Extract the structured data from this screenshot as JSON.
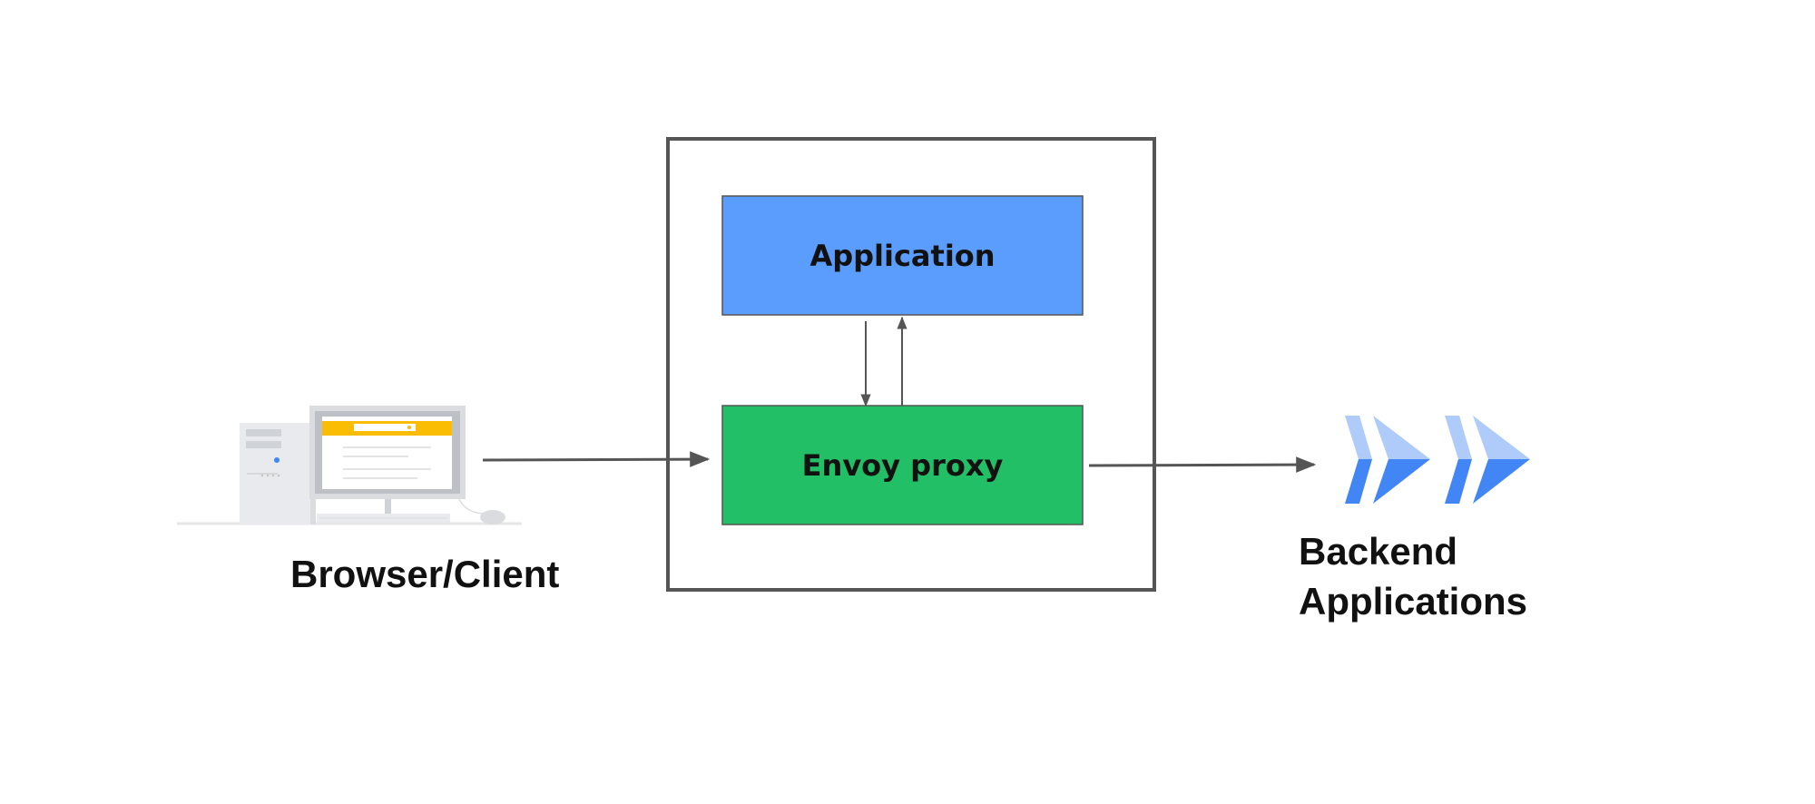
{
  "diagram": {
    "nodes": {
      "application": {
        "label": "Application",
        "color": "#5b9dfd"
      },
      "envoy_proxy": {
        "label": "Envoy proxy",
        "color": "#22bf66"
      },
      "browser_client": {
        "label": "Browser/Client"
      },
      "backend": {
        "label_line1": "Backend",
        "label_line2": "Applications",
        "color": "#4285f4",
        "light_color": "#aecbfa"
      }
    },
    "edges": [
      {
        "from": "browser_client",
        "to": "envoy_proxy"
      },
      {
        "from": "application",
        "to": "envoy_proxy"
      },
      {
        "from": "envoy_proxy",
        "to": "application"
      },
      {
        "from": "envoy_proxy",
        "to": "backend"
      }
    ],
    "colors": {
      "arrow": "#555555",
      "container_border": "#555555",
      "browser_bar": "#fbbc04"
    }
  }
}
